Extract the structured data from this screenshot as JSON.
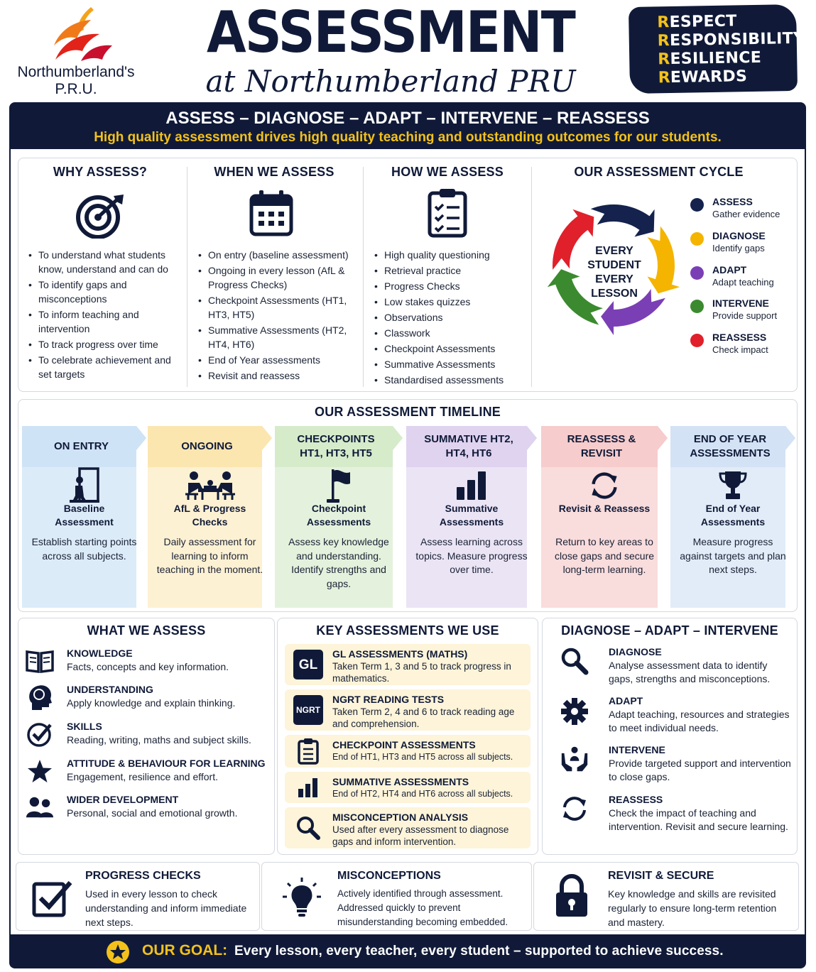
{
  "header": {
    "logo_name": "Northumberland's P.R.U.",
    "title": "ASSESSMENT",
    "subtitle": "at Northumberland PRU",
    "values": [
      {
        "first": "R",
        "rest": "ESPECT"
      },
      {
        "first": "R",
        "rest": "ESPONSIBILITY"
      },
      {
        "first": "R",
        "rest": "ESILIENCE"
      },
      {
        "first": "R",
        "rest": "EWARDS"
      }
    ]
  },
  "banner": {
    "steps": "ASSESS – DIAGNOSE – ADAPT – INTERVENE – REASSESS",
    "tagline": "High quality assessment drives high quality teaching and outstanding outcomes for our students."
  },
  "why": {
    "heading": "WHY ASSESS?",
    "icon": "target-icon",
    "items": [
      "To understand what students know, understand and can do",
      "To identify gaps and misconceptions",
      "To inform teaching and intervention",
      "To track progress over time",
      "To celebrate achievement and set targets"
    ]
  },
  "when": {
    "heading": "WHEN WE ASSESS",
    "icon": "calendar-icon",
    "items": [
      "On entry (baseline assessment)",
      "Ongoing in every lesson (AfL & Progress Checks)",
      "Checkpoint Assessments (HT1, HT3, HT5)",
      "Summative Assessments (HT2, HT4, HT6)",
      "End of Year assessments",
      "Revisit and reassess"
    ]
  },
  "how": {
    "heading": "HOW WE ASSESS",
    "icon": "clipboard-checklist-icon",
    "items": [
      "High quality questioning",
      "Retrieval practice",
      "Progress Checks",
      "Low stakes quizzes",
      "Observations",
      "Classwork",
      "Checkpoint Assessments",
      "Summative Assessments",
      "Standardised assessments"
    ]
  },
  "cycle": {
    "heading": "OUR ASSESSMENT CYCLE",
    "center": [
      "EVERY",
      "STUDENT",
      "EVERY",
      "LESSON"
    ],
    "stages": [
      {
        "name": "ASSESS",
        "desc": "Gather evidence",
        "color": "#14224d"
      },
      {
        "name": "DIAGNOSE",
        "desc": "Identify gaps",
        "color": "#f4b400"
      },
      {
        "name": "ADAPT",
        "desc": "Adapt teaching",
        "color": "#7a3fb5"
      },
      {
        "name": "INTERVENE",
        "desc": "Provide support",
        "color": "#3b8a2f"
      },
      {
        "name": "REASSESS",
        "desc": "Check impact",
        "color": "#e0202b"
      }
    ]
  },
  "timeline": {
    "heading": "OUR ASSESSMENT TIMELINE",
    "stages": [
      {
        "title": "ON ENTRY",
        "name": "Baseline Assessment",
        "desc": "Establish starting points across all subjects.",
        "icon": "person-entering-door-icon",
        "bg": "#dcebf8",
        "head": "#cfe3f6"
      },
      {
        "title": "ONGOING",
        "name": "AfL & Progress Checks",
        "desc": "Daily assessment for learning to inform teaching in the moment.",
        "icon": "group-table-icon",
        "bg": "#fdf1d3",
        "head": "#fbe6b0"
      },
      {
        "title": "CHECKPOINTS HT1, HT3, HT5",
        "name": "Checkpoint Assessments",
        "desc": "Assess key knowledge and understanding. Identify strengths and gaps.",
        "icon": "flag-icon",
        "bg": "#e4f2dd",
        "head": "#d5ebca"
      },
      {
        "title": "SUMMATIVE HT2, HT4, HT6",
        "name": "Summative Assessments",
        "desc": "Assess learning across topics. Measure progress over time.",
        "icon": "bar-chart-icon",
        "bg": "#ebe4f5",
        "head": "#dfd3ef"
      },
      {
        "title": "REASSESS & REVISIT",
        "name": "Revisit & Reassess",
        "desc": "Return to key areas to close gaps and secure long-term learning.",
        "icon": "refresh-icon",
        "bg": "#f9dcdc",
        "head": "#f6cccc"
      },
      {
        "title": "END OF YEAR ASSESSMENTS",
        "name": "End of Year Assessments",
        "desc": "Measure progress against targets and plan next steps.",
        "icon": "trophy-icon",
        "bg": "#e2ecf8",
        "head": "#d3e2f4"
      }
    ]
  },
  "what": {
    "heading": "WHAT WE ASSESS",
    "items": [
      {
        "title": "KNOWLEDGE",
        "desc": "Facts, concepts and key information.",
        "icon": "book-icon"
      },
      {
        "title": "UNDERSTANDING",
        "desc": "Apply knowledge and explain thinking.",
        "icon": "head-brain-icon"
      },
      {
        "title": "SKILLS",
        "desc": "Reading, writing, maths and subject skills.",
        "icon": "check-circle-icon"
      },
      {
        "title": "ATTITUDE & BEHAVIOUR FOR LEARNING",
        "desc": "Engagement, resilience and effort.",
        "icon": "star-icon"
      },
      {
        "title": "WIDER DEVELOPMENT",
        "desc": "Personal, social and emotional growth.",
        "icon": "people-icon"
      }
    ]
  },
  "key": {
    "heading": "KEY ASSESSMENTS WE USE",
    "items": [
      {
        "badge": "GL",
        "title": "GL ASSESSMENTS (MATHS)",
        "desc": "Taken Term 1, 3 and 5 to track progress in mathematics."
      },
      {
        "badge": "NGRT",
        "title": "NGRT READING TESTS",
        "desc": "Taken Term 2, 4 and 6 to track reading age and comprehension."
      },
      {
        "icon": "clipboard-icon",
        "title": "CHECKPOINT ASSESSMENTS",
        "desc": "End of HT1, HT3 and HT5 across all subjects."
      },
      {
        "icon": "bar-chart-icon",
        "title": "SUMMATIVE ASSESSMENTS",
        "desc": "End of HT2, HT4 and HT6 across all subjects."
      },
      {
        "icon": "magnifier-icon",
        "title": "MISCONCEPTION ANALYSIS",
        "desc": "Used after every assessment to diagnose gaps and inform intervention."
      }
    ]
  },
  "dai": {
    "heading": "DIAGNOSE – ADAPT – INTERVENE",
    "items": [
      {
        "title": "DIAGNOSE",
        "desc": "Analyse assessment data to identify gaps, strengths and misconceptions.",
        "icon": "magnifier-icon"
      },
      {
        "title": "ADAPT",
        "desc": "Adapt teaching, resources and strategies to meet individual needs.",
        "icon": "gear-icon"
      },
      {
        "title": "INTERVENE",
        "desc": "Provide targeted support and intervention to close gaps.",
        "icon": "hands-support-icon"
      },
      {
        "title": "REASSESS",
        "desc": "Check the impact of teaching and intervention. Revisit and secure learning.",
        "icon": "refresh-icon"
      }
    ]
  },
  "bottom": [
    {
      "title": "PROGRESS CHECKS",
      "desc": "Used in every lesson to check understanding and inform immediate next steps.",
      "icon": "checkbox-icon"
    },
    {
      "title": "MISCONCEPTIONS",
      "desc": "Actively identified through assessment. Addressed quickly to prevent misunderstanding becoming embedded.",
      "icon": "lightbulb-icon"
    },
    {
      "title": "REVISIT & SECURE",
      "desc": "Key knowledge and skills are revisited regularly to ensure long-term retention and mastery.",
      "icon": "padlock-icon"
    }
  ],
  "goal": {
    "label": "OUR GOAL:",
    "text": "Every lesson, every teacher, every student – supported to achieve success.",
    "icon": "star-badge-icon"
  }
}
